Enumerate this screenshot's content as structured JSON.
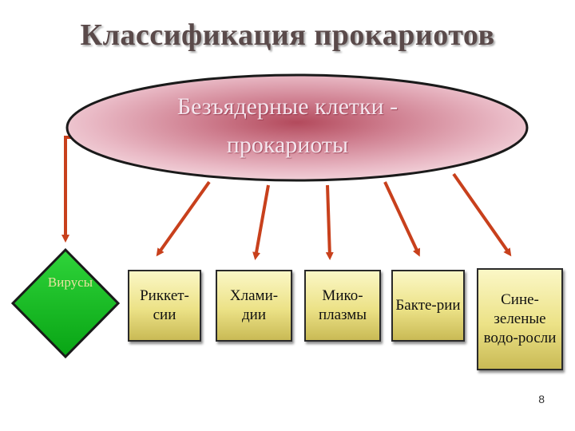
{
  "title": "Классификация  прокариотов",
  "root": {
    "line1": "Безъядерные клетки -",
    "line2": "прокариоты"
  },
  "diamond": {
    "label": "Вирусы"
  },
  "boxes": [
    {
      "label": "Риккет-сии"
    },
    {
      "label": "Хлами-дии"
    },
    {
      "label": "Мико-плазмы"
    },
    {
      "label": "Бакте-рии"
    },
    {
      "label": "Сине-зеленые водо-росли"
    }
  ],
  "colors": {
    "ellipse": "#e8b7c4",
    "arrows": "#c8401c",
    "diamond": "#0fbf1a",
    "box": "#ece287"
  },
  "page_number": "8"
}
